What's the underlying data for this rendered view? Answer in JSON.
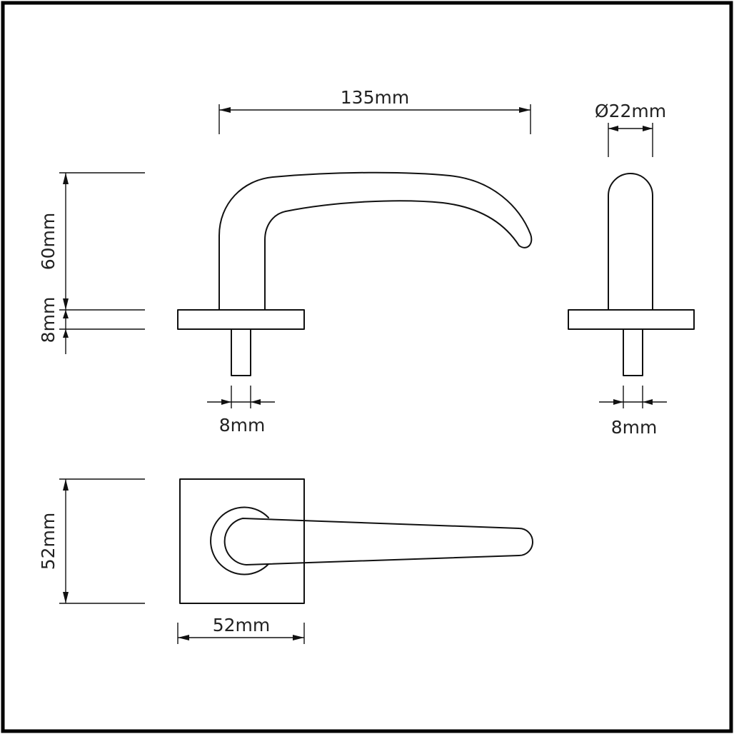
{
  "diagram": {
    "labels": {
      "length": "135mm",
      "diameter": "Ø22mm",
      "height": "60mm",
      "rose_thickness": "8mm",
      "spindle_front": "8mm",
      "spindle_side": "8mm",
      "rose_height": "52mm",
      "rose_width": "52mm"
    },
    "colors": {
      "line": "#111111",
      "text": "#222222",
      "background": "#ffffff",
      "frame": "#000000"
    }
  }
}
